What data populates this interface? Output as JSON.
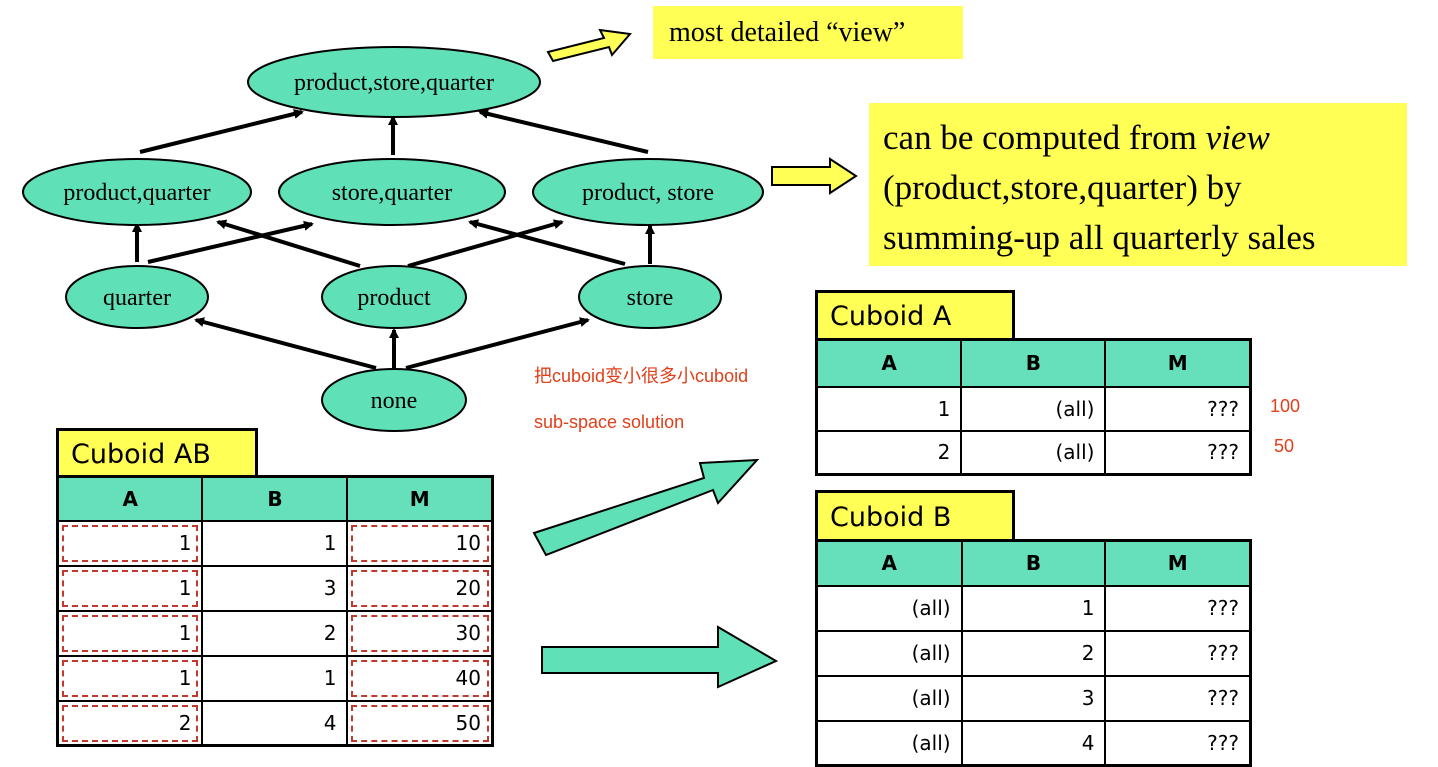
{
  "lattice": {
    "nodes": {
      "top": "product,store,quarter",
      "pq": "product,quarter",
      "sq": "store,quarter",
      "ps": "product, store",
      "quarter": "quarter",
      "product": "product",
      "store": "store",
      "none": "none"
    }
  },
  "callouts": {
    "most_detailed": "most detailed “view”",
    "computed_line1_pre": "can be computed from ",
    "computed_line1_em": "view",
    "computed_line2": "(product,store,quarter) by",
    "computed_line3": "summing-up all quarterly sales"
  },
  "notes": {
    "cn": "把cuboid变小很多小cuboid",
    "sub_space": "sub-space solution",
    "n100": "100",
    "n50": "50"
  },
  "cuboid_ab": {
    "title": "Cuboid AB",
    "headers": [
      "A",
      "B",
      "M"
    ],
    "rows": [
      [
        "1",
        "1",
        "10"
      ],
      [
        "1",
        "3",
        "20"
      ],
      [
        "1",
        "2",
        "30"
      ],
      [
        "1",
        "1",
        "40"
      ],
      [
        "2",
        "4",
        "50"
      ]
    ]
  },
  "cuboid_a": {
    "title": "Cuboid A",
    "headers": [
      "A",
      "B",
      "M"
    ],
    "rows": [
      [
        "1",
        "(all)",
        "???"
      ],
      [
        "2",
        "(all)",
        "???"
      ]
    ]
  },
  "cuboid_b": {
    "title": "Cuboid B",
    "headers": [
      "A",
      "B",
      "M"
    ],
    "rows": [
      [
        "(all)",
        "1",
        "???"
      ],
      [
        "(all)",
        "2",
        "???"
      ],
      [
        "(all)",
        "3",
        "???"
      ],
      [
        "(all)",
        "4",
        "???"
      ]
    ]
  },
  "colors": {
    "node_fill": "#5fe0b6",
    "header_fill": "#66e0bb",
    "callout_fill": "#ffff55",
    "note_red": "#e0401a"
  }
}
